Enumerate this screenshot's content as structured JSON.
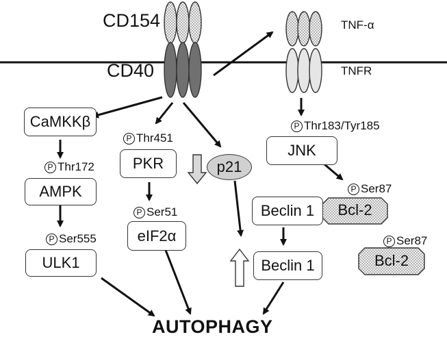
{
  "labels": {
    "cd154": "CD154",
    "cd40": "CD40",
    "tnf": "TNF-α",
    "tnfr": "TNFR",
    "autophagy": "AUTOPHAGY"
  },
  "nodes": {
    "camkkb": "CaMKKβ",
    "ampk": "AMPK",
    "ulk1": "ULK1",
    "pkr": "PKR",
    "eif2a": "eIF2α",
    "p21": "p21",
    "jnk": "JNK",
    "beclin1_bound": "Beclin 1",
    "bcl2_bound": "Bcl-2",
    "beclin1_free": "Beclin 1",
    "bcl2_free": "Bcl-2"
  },
  "phospho": {
    "symbol": "P",
    "ampk_site": "Thr172",
    "ulk1_site": "Ser555",
    "pkr_site": "Thr451",
    "eif2a_site": "Ser51",
    "jnk_site": "Thr183/Tyr185",
    "bcl2_bound_site": "Ser87",
    "bcl2_free_site": "Ser87"
  }
}
